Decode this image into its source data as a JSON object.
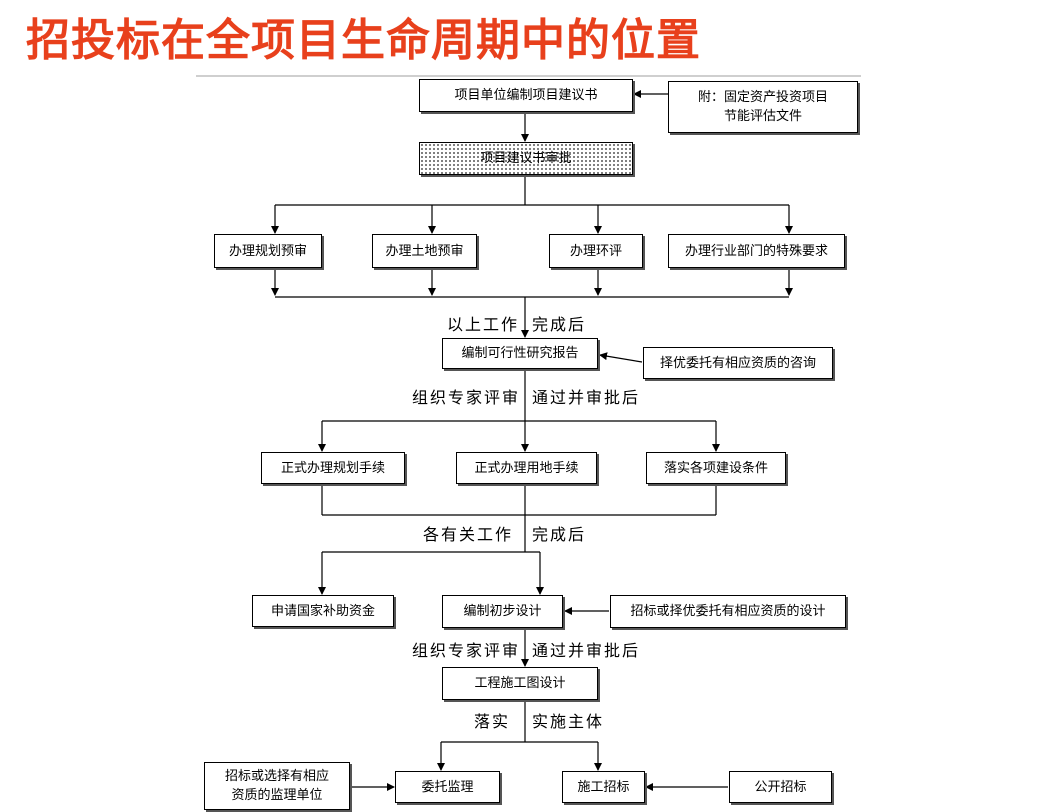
{
  "title": "招投标在全项目生命周期中的位置",
  "nodes": {
    "proposal": "项目单位编制项目建议书",
    "attachment": "附：固定资产投资项目\n节能评估文件",
    "approval": "项目建议书审批",
    "planning_pre": "办理规划预审",
    "land_pre": "办理土地预审",
    "eia": "办理环评",
    "industry": "办理行业部门的特殊要求",
    "feasibility": "编制可行性研究报告",
    "consult": "择优委托有相应资质的咨询",
    "formal_planning": "正式办理规划手续",
    "formal_land": "正式办理用地手续",
    "conditions": "落实各项建设条件",
    "subsidy": "申请国家补助资金",
    "prelim_design": "编制初步设计",
    "design_tender": "招标或择优委托有相应资质的设计",
    "construction_drawing": "工程施工图设计",
    "supervision_unit": "招标或选择有相应\n资质的监理单位",
    "supervision": "委托监理",
    "construction_tender": "施工招标",
    "public_tender": "公开招标"
  },
  "labels": {
    "done1_a": "以上工作",
    "done1_b": "完成后",
    "review1_a": "组织专家评审",
    "review1_b": "通过并审批后",
    "done2_a": "各有关工作",
    "done2_b": "完成后",
    "review2_a": "组织专家评审",
    "review2_b": "通过并审批后",
    "impl_a": "落实",
    "impl_b": "实施主体"
  }
}
